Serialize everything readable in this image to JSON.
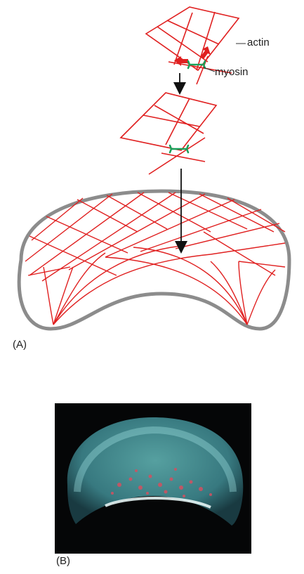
{
  "figure": {
    "panel_a": {
      "label": "(A)",
      "annotations": {
        "actin": "actin",
        "myosin": "myosin"
      }
    },
    "panel_b": {
      "label": "(B)"
    },
    "colors": {
      "actin": "#e02020",
      "myosin": "#1aa05a",
      "cell_outline": "#8c8c8c",
      "arrow": "#111111",
      "force_arrow": "#e02020",
      "micrograph_cyan": "#7fd8d8",
      "micrograph_red": "#d45060"
    }
  }
}
